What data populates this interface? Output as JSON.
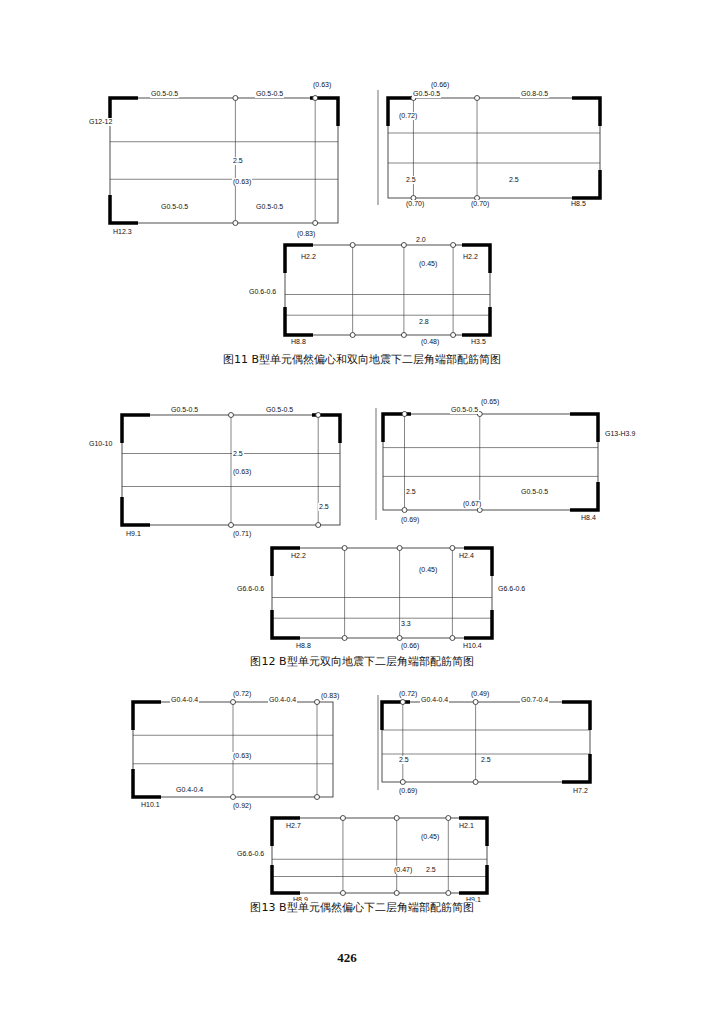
{
  "diagram": {
    "labels": [
      "G0.5-0.5",
      "G0.5-0.5",
      "(0.63)",
      "G12-12",
      "H12.3",
      "G0.5-0.5",
      "G0.5-0.5",
      "2.5",
      "(0.63)",
      "(0.83)",
      "(0.66)",
      "G0.5-0.5",
      "G0.8-0.5",
      "(0.72)",
      "2.5",
      "(0.70)",
      "2.5",
      "H8.5",
      "(0.70)",
      "2.0",
      "(0.45)",
      "H2.2",
      "H2.2",
      "G0.6-0.6",
      "2.8",
      "H8.8",
      "H3.5",
      "(0.48)",
      "图11  B型单元偶然偏心和双向地震下二层角端部配筋简图",
      "G0.5-0.5",
      "G0.5-0.5",
      "G10-10",
      "H9.1",
      "2.5",
      "(0.63)",
      "2.5",
      "(0.71)",
      "(0.65)",
      "G0.5-0.5",
      "G13-H3.9",
      "2.5",
      "(0.69)",
      "(0.67)",
      "G0.5-0.5",
      "H8.4",
      "H2.2",
      "H2.4",
      "(0.45)",
      "G6.6-0.6",
      "G6.6-0.6",
      "3.3",
      "H8.8",
      "H10.4",
      "(0.66)",
      "图12  B型单元双向地震下二层角端部配筋简图",
      "(0.72)",
      "(0.83)",
      "G0.4-0.4",
      "G0.4-0.4",
      "(0.63)",
      "(0.92)",
      "H10.1",
      "G0.4-0.4",
      "(0.72)",
      "(0.49)",
      "G0.4-0.4",
      "G0.7-0.4",
      "2.5",
      "(0.69)",
      "2.5",
      "H7.2",
      "H2.7",
      "H2.1",
      "(0.45)",
      "G6.6-0.6",
      "(0.47)",
      "2.5",
      "H8.9",
      "H9.1",
      "图13  B型单元偶然偏心下二层角端部配筋简图",
      "426"
    ]
  }
}
